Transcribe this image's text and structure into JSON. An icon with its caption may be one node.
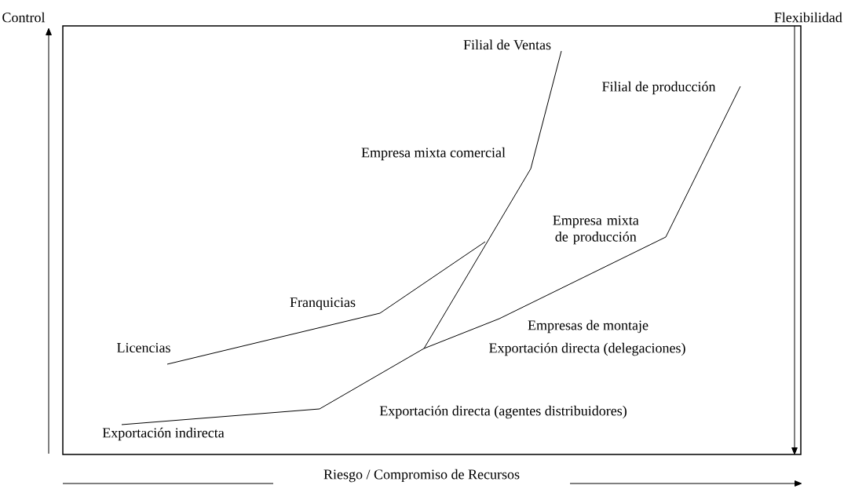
{
  "diagram": {
    "labels": [
      "Control",
      "Flexibilidad",
      "Filial de Ventas",
      "Filial de producción",
      "Empresa mixta comercial",
      "Empresa mixta de producción",
      "Franquicias",
      "Licencias",
      "Empresas de montaje",
      "Exportación directa (delegaciones)",
      "Exportación directa (agentes distribuidores)",
      "Exportación indirecta",
      "Riesgo / Compromiso de Recursos"
    ]
  }
}
